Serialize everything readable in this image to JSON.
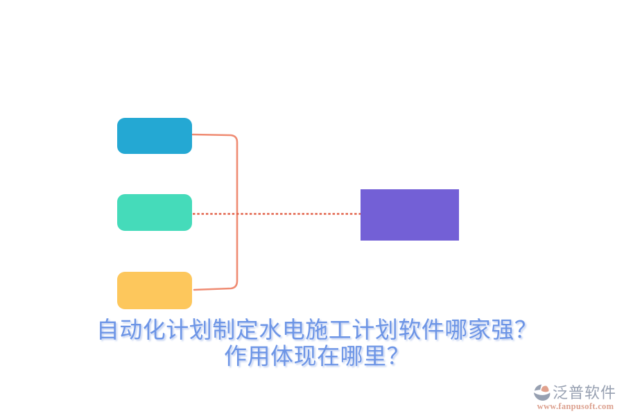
{
  "title": {
    "line1": "自动化计划制定水电施工计划软件哪家强？",
    "line2": "作用体现在哪里？",
    "color": "#6d95e6"
  },
  "diagram": {
    "type": "flowchart",
    "description": "three-items-merge-to-one",
    "nodes": [
      {
        "name": "item-top",
        "color": "#24a8d3"
      },
      {
        "name": "item-middle",
        "color": "#45dbba"
      },
      {
        "name": "item-bottom",
        "color": "#fdc75c"
      },
      {
        "name": "result",
        "color": "#7360d6"
      }
    ],
    "bracket_color": "#ef8b72",
    "dotted_color": "#e2634b"
  },
  "watermark": {
    "brand": "泛普软件",
    "url": "www.fanpusoft.com",
    "brand_color": "#97a0b1",
    "url_color": "#dca08e"
  }
}
